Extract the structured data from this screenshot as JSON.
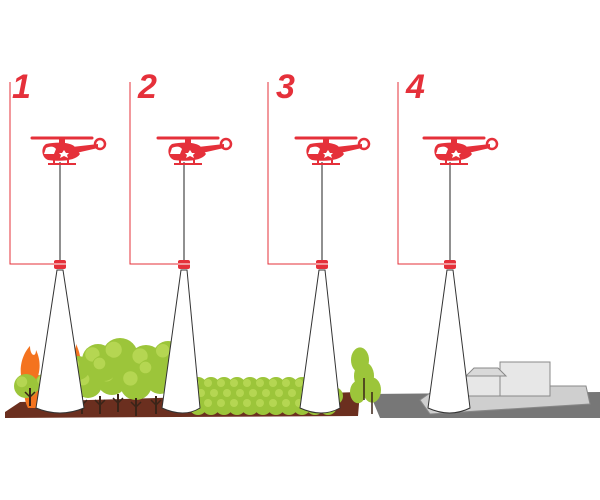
{
  "steps": [
    {
      "number": "1",
      "terrain": "burning-forest"
    },
    {
      "number": "2",
      "terrain": "shrubland"
    },
    {
      "number": "3",
      "terrain": "forest-edge"
    },
    {
      "number": "4",
      "terrain": "urban-building"
    }
  ],
  "colors": {
    "accent": "#e5303a",
    "tree": "#9cc53a",
    "tree_dark": "#7aa82a",
    "ground": "#6b2f1f",
    "road": "#777777",
    "fire": "#f4731f",
    "fire_core": "#ffd21a",
    "building": "#e7e7e7",
    "cable": "#222222"
  }
}
